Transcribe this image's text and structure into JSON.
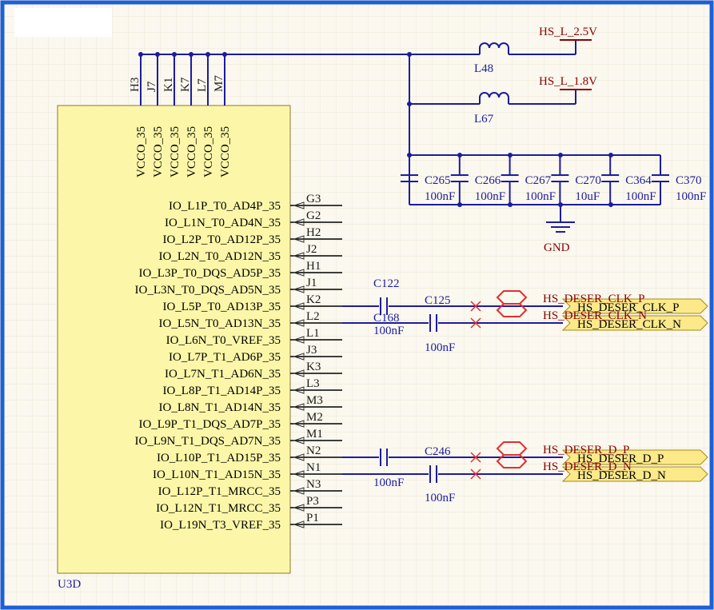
{
  "colors": {
    "frame": "#1e5fd6",
    "background": "#fbf8ef",
    "grid": "#ebe6d6",
    "wire": "#1c1c9e",
    "component": "#1c1c9e",
    "net_label": "#8b0000",
    "chip_fill": "#fcf7a8",
    "chip_stroke": "#8a7a32",
    "port_fill": "#fbe98a",
    "port_stroke": "#a58a1a",
    "pin_text": "#000000",
    "pin_number": "#1a1a1a",
    "no_connect": "#e03030",
    "diff_pair": "#e03030"
  },
  "chip": {
    "designator": "U3D",
    "power_pins": [
      {
        "number": "H3",
        "name": "VCCO_35"
      },
      {
        "number": "J7",
        "name": "VCCO_35"
      },
      {
        "number": "K1",
        "name": "VCCO_35"
      },
      {
        "number": "K7",
        "name": "VCCO_35"
      },
      {
        "number": "L7",
        "name": "VCCO_35"
      },
      {
        "number": "M7",
        "name": "VCCO_35"
      }
    ],
    "io_pins": [
      {
        "number": "G3",
        "name": "IO_L1P_T0_AD4P_35"
      },
      {
        "number": "G2",
        "name": "IO_L1N_T0_AD4N_35"
      },
      {
        "number": "H2",
        "name": "IO_L2P_T0_AD12P_35"
      },
      {
        "number": "J2",
        "name": "IO_L2N_T0_AD12N_35"
      },
      {
        "number": "H1",
        "name": "IO_L3P_T0_DQS_AD5P_35"
      },
      {
        "number": "J1",
        "name": "IO_L3N_T0_DQS_AD5N_35"
      },
      {
        "number": "K2",
        "name": "IO_L5P_T0_AD13P_35"
      },
      {
        "number": "L2",
        "name": "IO_L5N_T0_AD13N_35"
      },
      {
        "number": "L1",
        "name": "IO_L6N_T0_VREF_35"
      },
      {
        "number": "J3",
        "name": "IO_L7P_T1_AD6P_35"
      },
      {
        "number": "K3",
        "name": "IO_L7N_T1_AD6N_35"
      },
      {
        "number": "L3",
        "name": "IO_L8P_T1_AD14P_35"
      },
      {
        "number": "M3",
        "name": "IO_L8N_T1_AD14N_35"
      },
      {
        "number": "M2",
        "name": "IO_L9P_T1_DQS_AD7P_35"
      },
      {
        "number": "M1",
        "name": "IO_L9N_T1_DQS_AD7N_35"
      },
      {
        "number": "N2",
        "name": "IO_L10P_T1_AD15P_35"
      },
      {
        "number": "N1",
        "name": "IO_L10N_T1_AD15N_35"
      },
      {
        "number": "N3",
        "name": "IO_L12P_T1_MRCC_35"
      },
      {
        "number": "P3",
        "name": "IO_L12N_T1_MRCC_35"
      },
      {
        "number": "P1",
        "name": "IO_L19N_T3_VREF_35"
      }
    ]
  },
  "power_rails": [
    {
      "net": "HS_L_2.5V",
      "inductor": "L48"
    },
    {
      "net": "HS_L_1.8V",
      "inductor": "L67"
    }
  ],
  "decoupling_caps": [
    {
      "ref": "C265",
      "value": "100nF"
    },
    {
      "ref": "C266",
      "value": "100nF"
    },
    {
      "ref": "C267",
      "value": "100nF"
    },
    {
      "ref": "C270",
      "value": "10uF"
    },
    {
      "ref": "C364",
      "value": "100nF"
    },
    {
      "ref": "C370",
      "value": "100nF"
    }
  ],
  "ground_label": "GND",
  "coupling_caps": [
    {
      "ref": "C122",
      "value": "100nF"
    },
    {
      "ref": "C125",
      "value": "100nF"
    },
    {
      "ref": "C168",
      "value": "100nF"
    },
    {
      "ref": "C246",
      "value": "100nF"
    }
  ],
  "nets": [
    {
      "label": "HS_DESER_CLK_P",
      "port": "HS_DESER_CLK_P"
    },
    {
      "label": "HS_DESER_CLK_N",
      "port": "HS_DESER_CLK_N"
    },
    {
      "label": "HS_DESER_D_P",
      "port": "HS_DESER_D_P"
    },
    {
      "label": "HS_DESER_D_N",
      "port": "HS_DESER_D_N"
    }
  ]
}
